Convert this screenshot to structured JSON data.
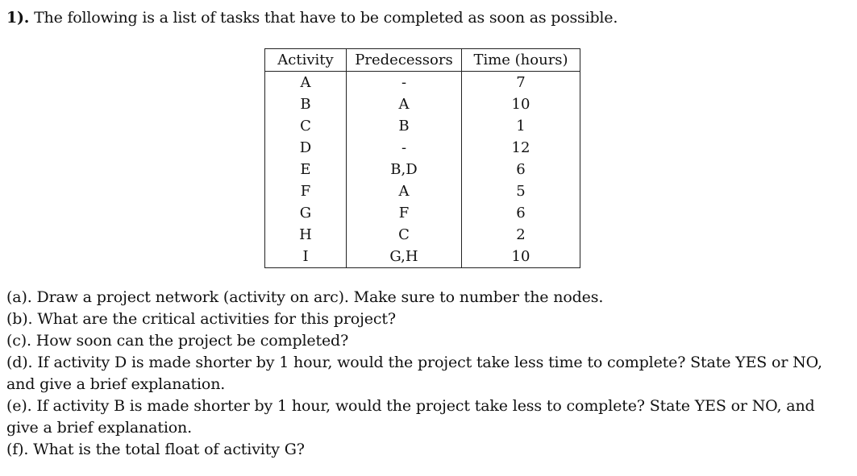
{
  "intro": {
    "number": "1).",
    "text": "The following is a list of tasks that have to be completed as soon as possible."
  },
  "table": {
    "headers": {
      "activity": "Activity",
      "predecessors": "Predecessors",
      "time": "Time (hours)"
    },
    "rows": [
      {
        "activity": "A",
        "predecessors": "-",
        "time": "7"
      },
      {
        "activity": "B",
        "predecessors": "A",
        "time": "10"
      },
      {
        "activity": "C",
        "predecessors": "B",
        "time": "1"
      },
      {
        "activity": "D",
        "predecessors": "-",
        "time": "12"
      },
      {
        "activity": "E",
        "predecessors": "B,D",
        "time": "6"
      },
      {
        "activity": "F",
        "predecessors": "A",
        "time": "5"
      },
      {
        "activity": "G",
        "predecessors": "F",
        "time": "6"
      },
      {
        "activity": "H",
        "predecessors": "C",
        "time": "2"
      },
      {
        "activity": "I",
        "predecessors": "G,H",
        "time": "10"
      }
    ]
  },
  "questions": [
    "(a). Draw a project network (activity on arc). Make sure to number the nodes.",
    "(b). What are the critical activities for this project?",
    "(c). How soon can the project be completed?",
    "(d). If activity D is made shorter by 1 hour, would the project take less time to complete? State YES or NO, and give a brief explanation.",
    "(e). If activity B is made shorter by 1 hour, would the project take less to complete? State YES or NO, and give a brief explanation.",
    "(f). What is the total float of activity G?"
  ]
}
